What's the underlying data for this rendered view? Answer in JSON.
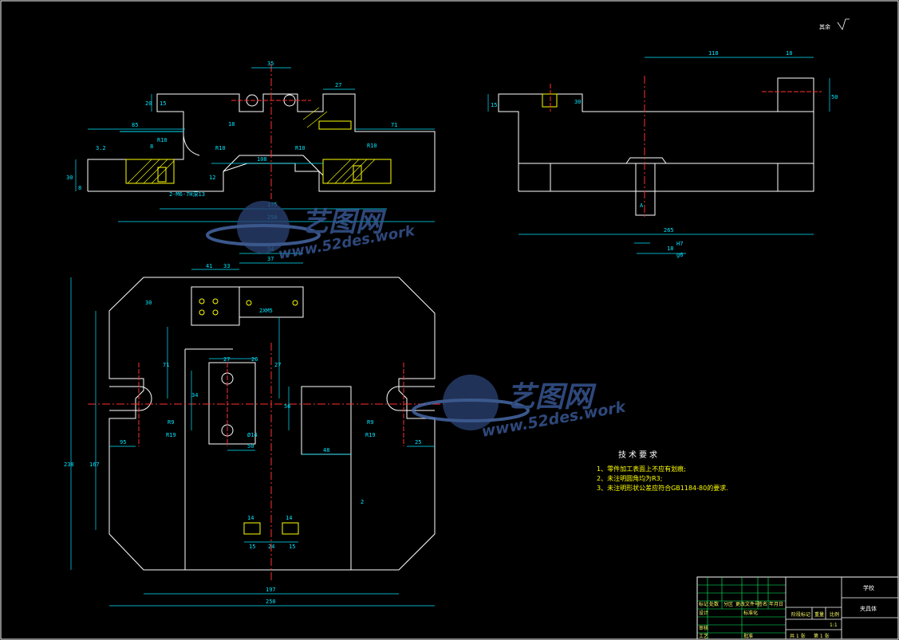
{
  "roughness_note": "其余",
  "watermark": {
    "name": "艺图网",
    "domain": "www.52des.work"
  },
  "front_view_dims": {
    "top_width": "35",
    "step": "27",
    "left_h": "20",
    "left_h2": "15",
    "left_len": "85",
    "right_len": "71",
    "r1": "R10",
    "r2": "R10",
    "r3": "R10",
    "r4": "R10",
    "center_w": "108",
    "mid_w": "175",
    "total_w": "250",
    "slope": "3.2",
    "h1": "30",
    "h2": "8",
    "h3": "12",
    "h4": "18",
    "thread": "2-M6-7H深13",
    "r8": "8"
  },
  "side_view_dims": {
    "w1": "118",
    "w2": "18",
    "h": "50",
    "hl": "15",
    "h2": "30",
    "total": "265",
    "sec": "A",
    "sec_w": "18",
    "tol": "H7",
    "tol2": "g6"
  },
  "top_view_dims": {
    "block_w": "54",
    "block_h": "37",
    "small_w": "41",
    "small_h": "33",
    "hole_note": "2XM5",
    "h30": "30",
    "b27": "27",
    "b26": "26",
    "b34": "34",
    "b50": "50",
    "h71": "71",
    "h27": "27",
    "r9": "R9",
    "r19": "R19",
    "w95": "95",
    "w25": "25",
    "w48": "48",
    "h56": "56",
    "v2": "2",
    "h238": "238",
    "h167": "167",
    "b197": "197",
    "b250": "250",
    "s14a": "14",
    "s14b": "14",
    "s15a": "15",
    "s24": "24",
    "s15b": "15",
    "d14": "Ø14"
  },
  "tech_req": {
    "title": "技术要求",
    "items": [
      "1、零件加工表面上不应有划痕;",
      "2、未注明圆角均为R3;",
      "3、未注明形状公差应符合GB1184-80的要求."
    ]
  },
  "title_block": {
    "part_name": "夹具体",
    "school": "学校",
    "drawing_no": "",
    "mark_cols": [
      "标记",
      "处数",
      "分区",
      "更改文件号",
      "签名",
      "年月日"
    ],
    "design": "设计",
    "standard": "标准化",
    "check": "审核",
    "process": "工艺",
    "approve": "批准",
    "stage": "阶段标记",
    "weight": "重量",
    "scale": "比例",
    "scale_val": "1:1",
    "sheets": "共 1 张",
    "sheet_no": "第 1 张"
  },
  "colors": {
    "line": "#ffffff",
    "dim": "#00e5ff",
    "center": "#ff3030",
    "text": "#ffff00",
    "section": "#ffff00",
    "watermark": "#3a5a9a"
  }
}
